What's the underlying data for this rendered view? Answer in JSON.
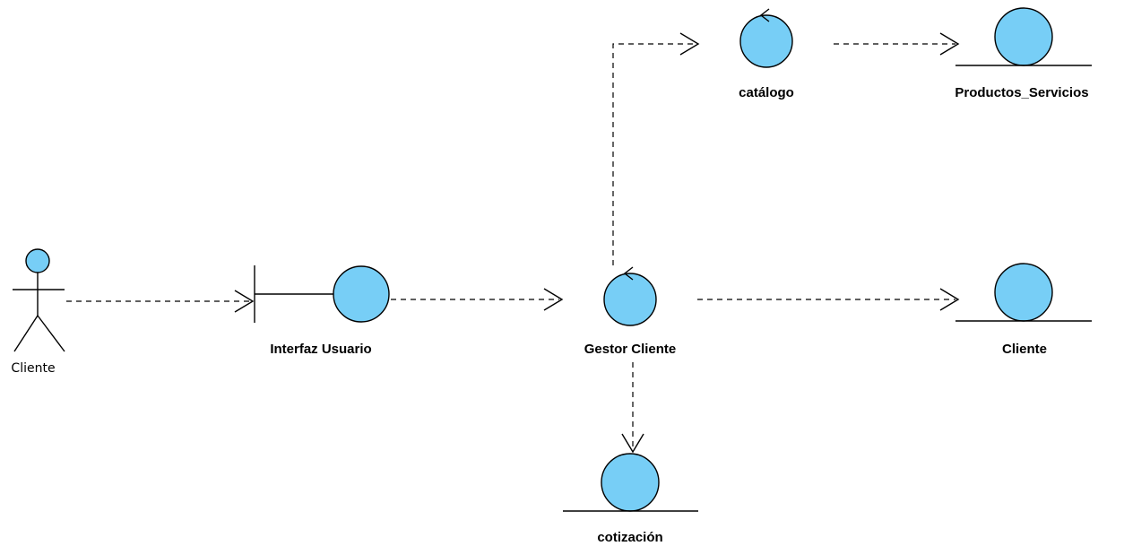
{
  "diagram": {
    "colors": {
      "element_fill": "#77cef6",
      "stroke": "#000000",
      "background": "#ffffff"
    },
    "actor": {
      "label": "Cliente"
    },
    "boundary": {
      "label": "Interfaz Usuario"
    },
    "controls": {
      "gestor": {
        "label": "Gestor Cliente"
      },
      "catalogo": {
        "label": "catálogo"
      }
    },
    "entities": {
      "productos": {
        "label": "Productos_Servicios"
      },
      "cliente": {
        "label": "Cliente"
      },
      "cotizacion": {
        "label": "cotización"
      }
    }
  }
}
